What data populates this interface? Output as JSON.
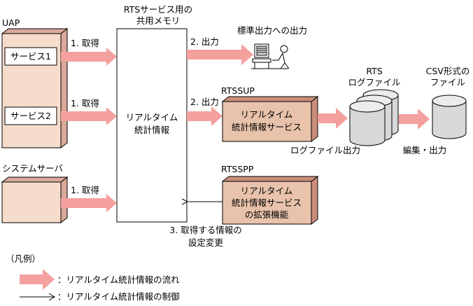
{
  "colors": {
    "uap_box_fill": "#f6dccb",
    "uap_box_side": "#d9a99a",
    "service_box_fill": "#e8c2aa",
    "service_box_side": "#c98e7a",
    "flow_arrow": "#f3a09e",
    "stroke": "#000000"
  },
  "labels": {
    "uap": "UAP",
    "uap_service1": "サービス1",
    "uap_service2": "サービス2",
    "system_server": "システムサーバ",
    "shared_memory_title_line1": "RTSサービス用の",
    "shared_memory_title_line2": "共用メモリ",
    "shared_memory_content_line1": "リアルタイム",
    "shared_memory_content_line2": "統計情報",
    "acquire_1": "1. 取得",
    "acquire_2": "1. 取得",
    "acquire_3": "1. 取得",
    "output_std": "2. 出力",
    "output_rtssup": "2. 出力",
    "stdout_title": "標準出力への出力",
    "rtssup_name": "RTSSUP",
    "rtssup_line1": "リアルタイム",
    "rtssup_line2": "統計情報サービス",
    "rts_logfile_line1": "RTS",
    "rts_logfile_line2": "ログファイル",
    "csv_file_line1": "CSV形式の",
    "csv_file_line2": "ファイル",
    "logfile_output": "ログファイル出力",
    "edit_output": "編集・出力",
    "rtsspp_name": "RTSSPP",
    "rtsspp_line1": "リアルタイム",
    "rtsspp_line2": "統計情報サービス",
    "rtsspp_line3": "の拡張機能",
    "setting_change_line1": "3. 取得する情報の",
    "setting_change_line2": "設定変更"
  },
  "legend": {
    "title": "（凡例）",
    "flow": "：リアルタイム統計情報の流れ",
    "control": "：リアルタイム統計情報の制御"
  }
}
